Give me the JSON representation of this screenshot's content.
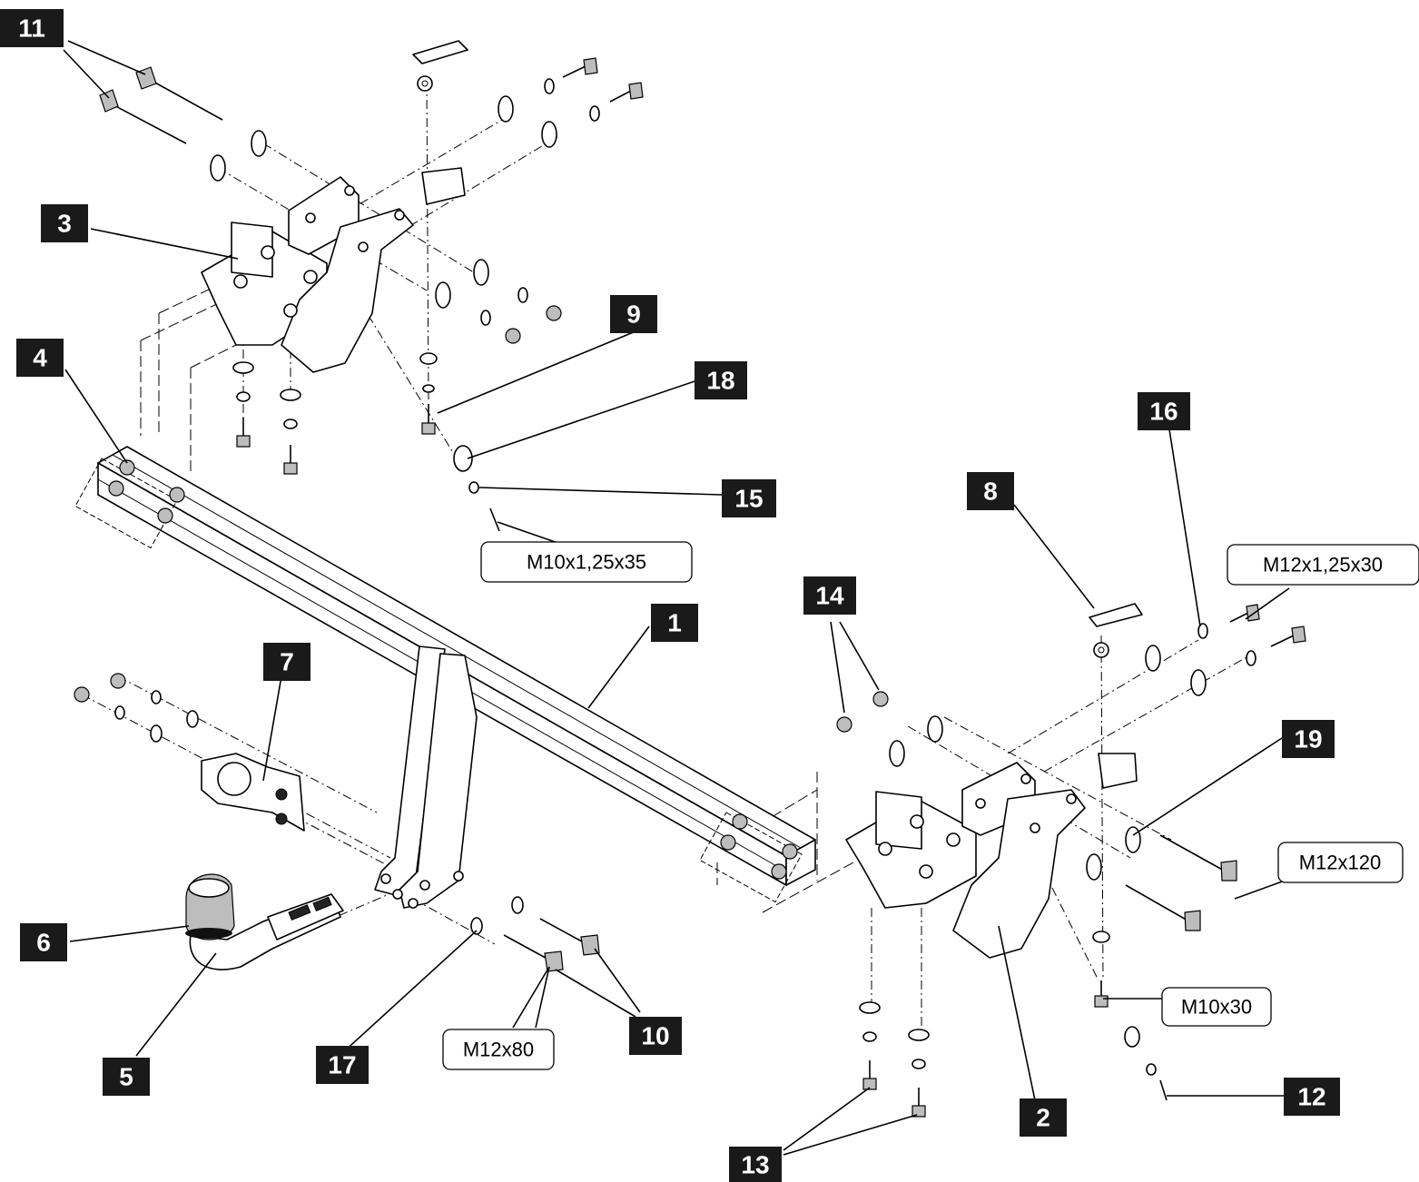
{
  "callouts": {
    "c1": "1",
    "c2": "2",
    "c3": "3",
    "c4": "4",
    "c5": "5",
    "c6": "6",
    "c7": "7",
    "c8": "8",
    "c9": "9",
    "c10": "10",
    "c11": "11",
    "c12": "12",
    "c13": "13",
    "c14": "14",
    "c15": "15",
    "c16": "16",
    "c17": "17",
    "c18": "18",
    "c19": "19"
  },
  "specs": {
    "m10x125x35": "M10x1,25x35",
    "m12x125x30": "M12x1,25x30",
    "m12x120": "M12x120",
    "m10x30": "M10x30",
    "m12x80": "M12x80"
  },
  "colors": {
    "callout_fill": "#1a1a1a",
    "callout_text": "#ffffff",
    "line": "#000000",
    "background": "#ffffff"
  }
}
